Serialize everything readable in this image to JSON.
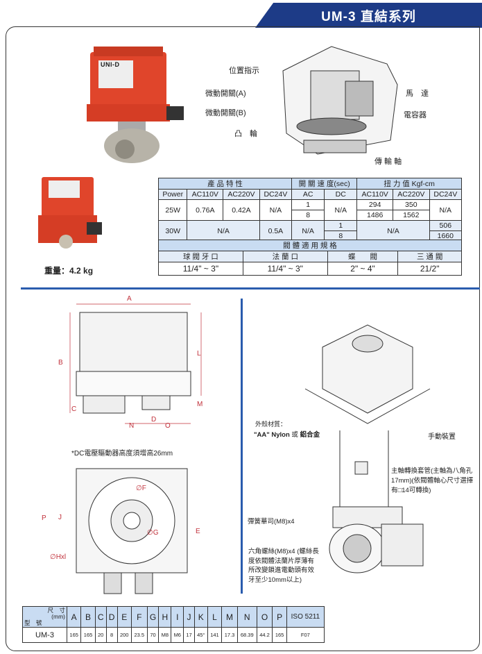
{
  "header": {
    "title": "UM-3 直結系列"
  },
  "product": {
    "weight_label": "重量：4.2 kg",
    "brand": "UNI-D"
  },
  "cutaway_labels": {
    "position_indicator": "位置指示",
    "micro_switch_a": "微動開關(A)",
    "micro_switch_b": "微動開關(B)",
    "cam": "凸　輪",
    "motor": "馬　達",
    "capacitor": "電容器",
    "drive_shaft": "傳 輸 軸"
  },
  "spec_table": {
    "group_headers": [
      "產 品 特 性",
      "開 關 速 度(sec)",
      "扭 力 值 Kgf-cm"
    ],
    "columns": [
      "Power",
      "AC110V",
      "AC220V",
      "DC24V",
      "AC",
      "DC",
      "AC110V",
      "AC220V",
      "DC24V"
    ],
    "row_25w": {
      "power": "25W",
      "ac110": "0.76A",
      "ac220": "0.42A",
      "dc24": "N/A",
      "speed_ac_top": "1",
      "speed_ac_bottom": "8",
      "speed_dc": "N/A",
      "torque_ac110_top": "294",
      "torque_ac110_bottom": "1486",
      "torque_ac220_top": "350",
      "torque_ac220_bottom": "1562",
      "torque_dc24": "N/A"
    },
    "row_30w": {
      "power": "30W",
      "ac": "N/A",
      "dc24": "0.5A",
      "speed_ac": "N/A",
      "speed_dc_top": "1",
      "speed_dc_bottom": "8",
      "torque_ac": "N/A",
      "torque_dc24_top": "506",
      "torque_dc24_bottom": "1660"
    }
  },
  "valve_table": {
    "title": "閥 體 適 用 規 格",
    "columns": [
      "球 閥 牙 口",
      "法 蘭 口",
      "蝶　　閥",
      "三 通 閥"
    ],
    "values": [
      "11/4\" ~ 3\"",
      "11/4\" ~ 3\"",
      "2\" ~ 4\"",
      "21/2\""
    ]
  },
  "drawing": {
    "dims": [
      "A",
      "B",
      "C",
      "D",
      "L",
      "M",
      "N",
      "O",
      "P",
      "J",
      "E",
      "∅F",
      "∅G",
      "∅Hxl"
    ],
    "note": "*DC電壓驅動器高度須增高26mm"
  },
  "exploded_labels": {
    "housing_material": "外殼材質：",
    "housing_value_1": "\"AA\" Nylon",
    "housing_or": "或",
    "housing_value_2": "鋁合金",
    "manual": "手動裝置",
    "sleeve": "主軸轉換套管(主軸為八角孔17mm)(依閥體軸心尺寸選擇有□14可轉換)",
    "washer": "彈簧華司(M8)x4",
    "bolt": "六角螺絲(M8)x4 (螺絲長度依閥體法蘭片厚薄有所改變鎖進電動頭有效牙至少10mm以上)"
  },
  "dim_table": {
    "corner_top": "尺　寸\n(mm)",
    "corner_bottom": "型　號",
    "columns": [
      "A",
      "B",
      "C",
      "D",
      "E",
      "F",
      "G",
      "H",
      "I",
      "J",
      "K",
      "L",
      "M",
      "N",
      "O",
      "P",
      "ISO 5211"
    ],
    "model": "UM-3",
    "values": [
      "165",
      "165",
      "20",
      "8",
      "200",
      "23.5",
      "70",
      "M8",
      "M6",
      "17",
      "45°",
      "141",
      "17.3",
      "68.39",
      "44.2",
      "165",
      "F07"
    ]
  }
}
